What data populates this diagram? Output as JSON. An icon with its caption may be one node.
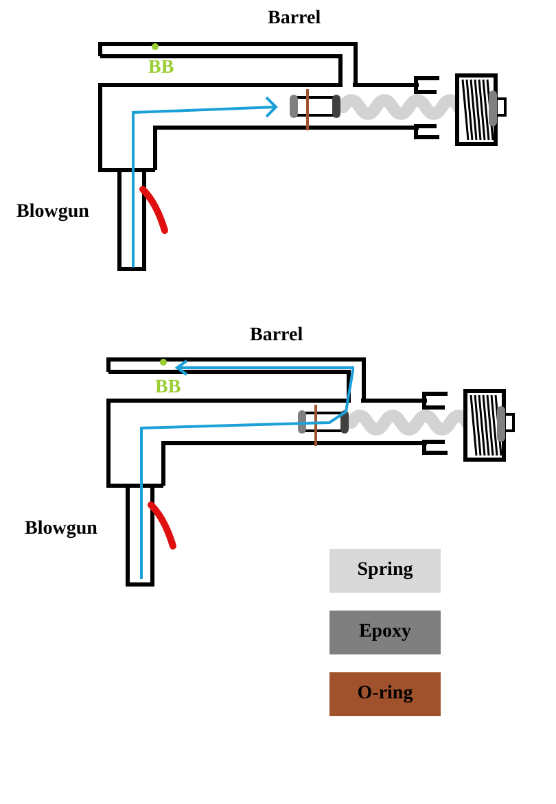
{
  "diagram": {
    "labels": [
      "Barrel",
      "BB",
      "Blowgun",
      "Barrel",
      "BB",
      "Blowgun"
    ],
    "legend": [
      {
        "text": "Spring",
        "color": "#d9d9d9"
      },
      {
        "text": "Epoxy",
        "color": "#7f7f7f"
      },
      {
        "text": "O-ring",
        "color": "#a0522d"
      }
    ]
  }
}
